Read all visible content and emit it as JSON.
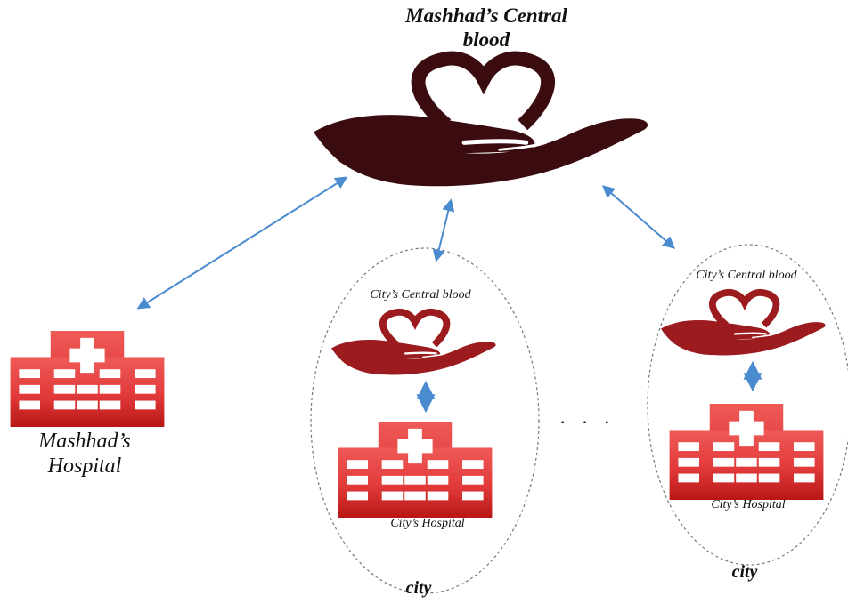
{
  "title": {
    "line1": "Mashhad’s Central",
    "line2": "blood"
  },
  "mashhad_hospital": {
    "line1": "Mashhad’s",
    "line2": "Hospital"
  },
  "city_units": [
    {
      "blood_label": "City’s Central blood",
      "hospital_label": "City’s Hospital",
      "city_label": "city"
    },
    {
      "blood_label": "City’s Central blood",
      "hospital_label": "City’s Hospital",
      "city_label": "city"
    }
  ],
  "ellipsis": "· · ·",
  "colors": {
    "central_blood": "#3a0c10",
    "city_blood": "#9b1b1f",
    "hospital": "#e23a3a",
    "hospital_window": "#ffffff",
    "arrow": "#4a8bd0",
    "ellipse_border": "#777777"
  }
}
